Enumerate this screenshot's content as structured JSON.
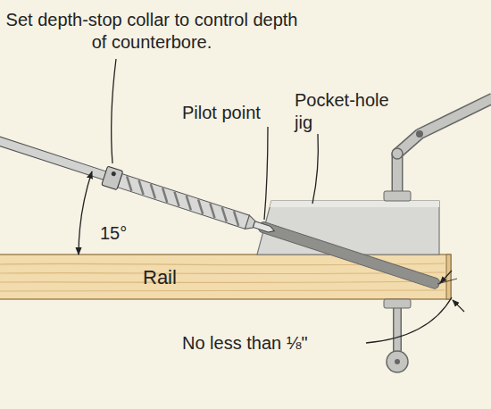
{
  "diagram": {
    "nodes": [
      {
        "text": [
          "Rail"
        ]
      }
    ],
    "labels": [
      "Set depth-stop collar to control depth of counterbore.",
      "Pilot point",
      "Pocket-hole jig",
      "15°",
      "No less than ⅛\""
    ]
  }
}
